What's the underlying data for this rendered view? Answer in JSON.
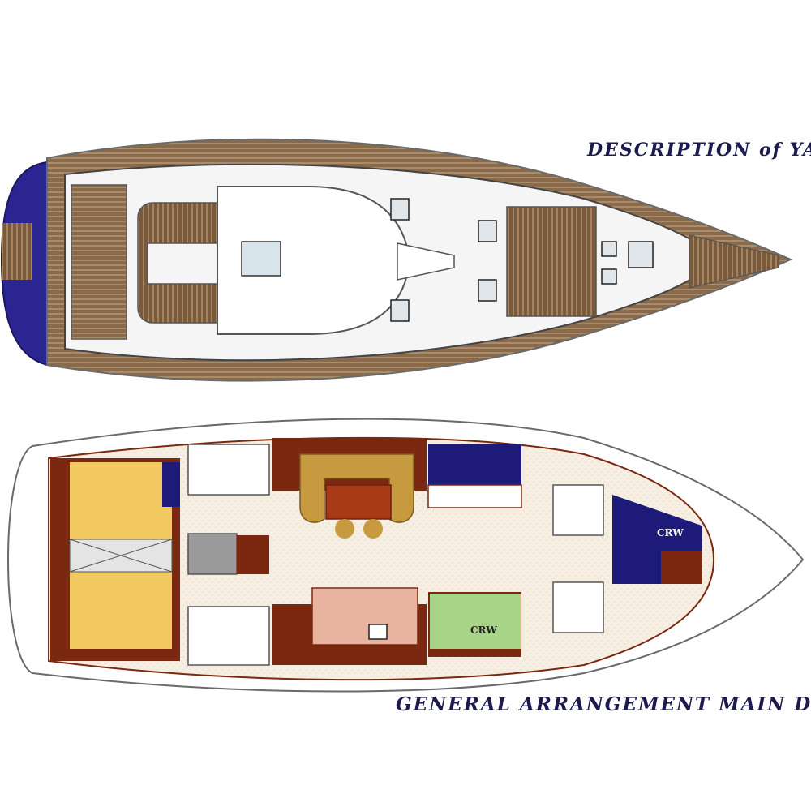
{
  "headings": {
    "top": "DESCRIPTION of YA",
    "bottom": "GENERAL ARRANGEMENT MAIN D"
  },
  "labels": {
    "crew_port": "CRW",
    "crew_starboard": "CRW"
  },
  "colors": {
    "heading_text": "#1c1a4e",
    "teak": "#8a6a4a",
    "teak_line": "#c8ad88",
    "navy": "#1e1a7a",
    "mahogany": "#7a2810",
    "floor": "#f6eee2",
    "sofa": "#c89a40",
    "table": "#a83a18",
    "berth_yellow": "#f2c860",
    "berth_green": "#a8d488",
    "hull_outline": "#6a6a6a"
  }
}
